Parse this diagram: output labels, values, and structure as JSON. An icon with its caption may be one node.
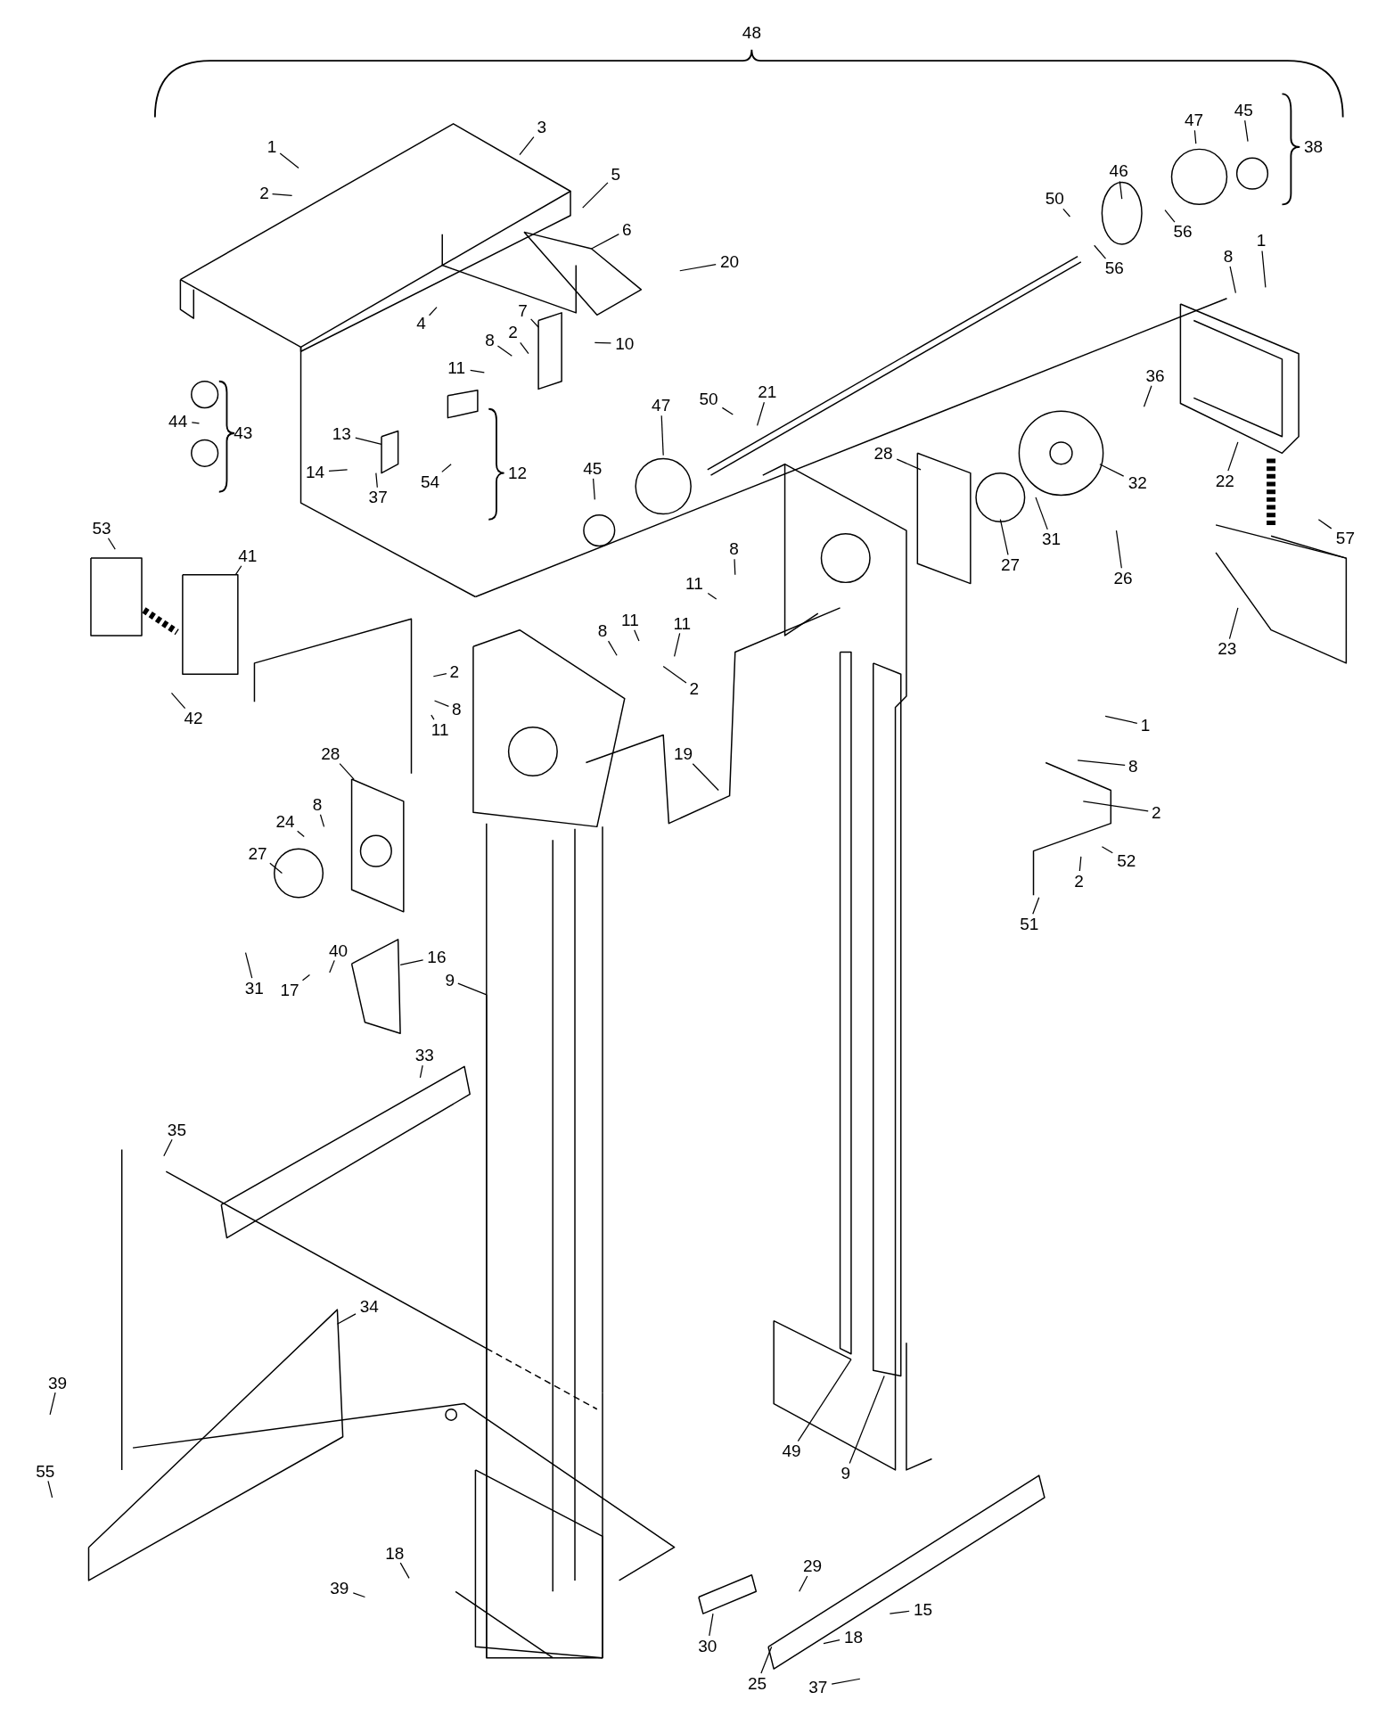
{
  "diagram": {
    "nodes": [
      {
        "text": [
          "1"
        ]
      },
      {
        "text": [
          "2"
        ]
      },
      {
        "text": [
          "3"
        ]
      },
      {
        "text": [
          "5"
        ]
      },
      {
        "text": [
          "6"
        ]
      },
      {
        "text": [
          "20"
        ]
      },
      {
        "text": [
          "4"
        ]
      },
      {
        "text": [
          "7"
        ]
      },
      {
        "text": [
          "8"
        ]
      },
      {
        "text": [
          "2"
        ]
      },
      {
        "text": [
          "10"
        ]
      },
      {
        "text": [
          "11"
        ]
      },
      {
        "text": [
          "13"
        ]
      },
      {
        "text": [
          "14"
        ]
      },
      {
        "text": [
          "37"
        ]
      },
      {
        "text": [
          "54"
        ]
      },
      {
        "text": [
          "44"
        ]
      },
      {
        "text": [
          "53"
        ]
      },
      {
        "text": [
          "41"
        ]
      },
      {
        "text": [
          "42"
        ]
      },
      {
        "text": [
          "47"
        ]
      },
      {
        "text": [
          "50"
        ]
      },
      {
        "text": [
          "21"
        ]
      },
      {
        "text": [
          "45"
        ]
      },
      {
        "text": [
          "50"
        ]
      },
      {
        "text": [
          "46"
        ]
      },
      {
        "text": [
          "47"
        ]
      },
      {
        "text": [
          "45"
        ]
      },
      {
        "text": [
          "56"
        ]
      },
      {
        "text": [
          "56"
        ]
      },
      {
        "text": [
          "8"
        ]
      },
      {
        "text": [
          "1"
        ]
      },
      {
        "text": [
          "36"
        ]
      },
      {
        "text": [
          "28"
        ]
      },
      {
        "text": [
          "32"
        ]
      },
      {
        "text": [
          "31"
        ]
      },
      {
        "text": [
          "27"
        ]
      },
      {
        "text": [
          "26"
        ]
      },
      {
        "text": [
          "22"
        ]
      },
      {
        "text": [
          "57"
        ]
      },
      {
        "text": [
          "23"
        ]
      },
      {
        "text": [
          "8"
        ]
      },
      {
        "text": [
          "11"
        ]
      },
      {
        "text": [
          "8"
        ]
      },
      {
        "text": [
          "11"
        ]
      },
      {
        "text": [
          "11"
        ]
      },
      {
        "text": [
          "2"
        ]
      },
      {
        "text": [
          "2"
        ]
      },
      {
        "text": [
          "8"
        ]
      },
      {
        "text": [
          "11"
        ]
      },
      {
        "text": [
          "19"
        ]
      },
      {
        "text": [
          "28"
        ]
      },
      {
        "text": [
          "8"
        ]
      },
      {
        "text": [
          "24"
        ]
      },
      {
        "text": [
          "27"
        ]
      },
      {
        "text": [
          "31"
        ]
      },
      {
        "text": [
          "17"
        ]
      },
      {
        "text": [
          "40"
        ]
      },
      {
        "text": [
          "16"
        ]
      },
      {
        "text": [
          "9"
        ]
      },
      {
        "text": [
          "1"
        ]
      },
      {
        "text": [
          "8"
        ]
      },
      {
        "text": [
          "2"
        ]
      },
      {
        "text": [
          "52"
        ]
      },
      {
        "text": [
          "2"
        ]
      },
      {
        "text": [
          "51"
        ]
      },
      {
        "text": [
          "33"
        ]
      },
      {
        "text": [
          "35"
        ]
      },
      {
        "text": [
          "34"
        ]
      },
      {
        "text": [
          "39"
        ]
      },
      {
        "text": [
          "55"
        ]
      },
      {
        "text": [
          "49"
        ]
      },
      {
        "text": [
          "9"
        ]
      },
      {
        "text": [
          "29"
        ]
      },
      {
        "text": [
          "18"
        ]
      },
      {
        "text": [
          "39"
        ]
      },
      {
        "text": [
          "15"
        ]
      },
      {
        "text": [
          "18"
        ]
      },
      {
        "text": [
          "30"
        ]
      },
      {
        "text": [
          "25"
        ]
      },
      {
        "text": [
          "37"
        ]
      }
    ],
    "edges": [
      {
        "from": 0,
        "to": null,
        "arrow": "none"
      },
      {
        "from": 1,
        "to": null,
        "arrow": "none"
      },
      {
        "from": 2,
        "to": null,
        "arrow": "none"
      },
      {
        "from": 3,
        "to": null,
        "arrow": "none"
      },
      {
        "from": 4,
        "to": null,
        "arrow": "none"
      },
      {
        "from": 5,
        "to": null,
        "arrow": "none"
      },
      {
        "from": 6,
        "to": null,
        "arrow": "none"
      },
      {
        "from": 7,
        "to": null,
        "arrow": "none"
      },
      {
        "from": 8,
        "to": null,
        "arrow": "none"
      },
      {
        "from": 9,
        "to": null,
        "arrow": "none"
      },
      {
        "from": 10,
        "to": null,
        "arrow": "none"
      },
      {
        "from": 11,
        "to": null,
        "arrow": "none"
      },
      {
        "from": 12,
        "to": null,
        "arrow": "none"
      },
      {
        "from": 13,
        "to": null,
        "arrow": "none"
      },
      {
        "from": 14,
        "to": null,
        "arrow": "none"
      },
      {
        "from": 15,
        "to": null,
        "arrow": "none"
      },
      {
        "from": 16,
        "to": null,
        "arrow": "none"
      },
      {
        "from": 17,
        "to": null,
        "arrow": "none"
      },
      {
        "from": 18,
        "to": null,
        "arrow": "none"
      },
      {
        "from": 19,
        "to": null,
        "arrow": "none"
      },
      {
        "from": 20,
        "to": null,
        "arrow": "none"
      },
      {
        "from": 21,
        "to": null,
        "arrow": "none"
      },
      {
        "from": 22,
        "to": null,
        "arrow": "none"
      },
      {
        "from": 23,
        "to": null,
        "arrow": "none"
      },
      {
        "from": 24,
        "to": null,
        "arrow": "none"
      },
      {
        "from": 25,
        "to": null,
        "arrow": "none"
      },
      {
        "from": 26,
        "to": null,
        "arrow": "none"
      },
      {
        "from": 27,
        "to": null,
        "arrow": "none"
      },
      {
        "from": 28,
        "to": null,
        "arrow": "none"
      },
      {
        "from": 29,
        "to": null,
        "arrow": "none"
      },
      {
        "from": 30,
        "to": null,
        "arrow": "none"
      },
      {
        "from": 31,
        "to": null,
        "arrow": "none"
      },
      {
        "from": 32,
        "to": null,
        "arrow": "none"
      },
      {
        "from": 33,
        "to": null,
        "arrow": "none"
      },
      {
        "from": 34,
        "to": null,
        "arrow": "none"
      },
      {
        "from": 35,
        "to": null,
        "arrow": "none"
      },
      {
        "from": 36,
        "to": null,
        "arrow": "none"
      },
      {
        "from": 37,
        "to": null,
        "arrow": "none"
      },
      {
        "from": 38,
        "to": null,
        "arrow": "none"
      },
      {
        "from": 39,
        "to": null,
        "arrow": "none"
      },
      {
        "from": 40,
        "to": null,
        "arrow": "none"
      },
      {
        "from": 41,
        "to": null,
        "arrow": "none"
      },
      {
        "from": 42,
        "to": null,
        "arrow": "none"
      },
      {
        "from": 43,
        "to": null,
        "arrow": "none"
      },
      {
        "from": 44,
        "to": null,
        "arrow": "none"
      },
      {
        "from": 45,
        "to": null,
        "arrow": "none"
      },
      {
        "from": 46,
        "to": null,
        "arrow": "none"
      },
      {
        "from": 47,
        "to": null,
        "arrow": "none"
      },
      {
        "from": 48,
        "to": null,
        "arrow": "none"
      },
      {
        "from": 49,
        "to": null,
        "arrow": "none"
      },
      {
        "from": 50,
        "to": null,
        "arrow": "none"
      },
      {
        "from": 51,
        "to": null,
        "arrow": "none"
      },
      {
        "from": 52,
        "to": null,
        "arrow": "none"
      },
      {
        "from": 53,
        "to": null,
        "arrow": "none"
      },
      {
        "from": 54,
        "to": null,
        "arrow": "none"
      },
      {
        "from": 55,
        "to": null,
        "arrow": "none"
      },
      {
        "from": 56,
        "to": null,
        "arrow": "none"
      },
      {
        "from": 57,
        "to": null,
        "arrow": "none"
      },
      {
        "from": 58,
        "to": null,
        "arrow": "none"
      },
      {
        "from": 59,
        "to": null,
        "arrow": "none"
      },
      {
        "from": 60,
        "to": null,
        "arrow": "none"
      },
      {
        "from": 61,
        "to": null,
        "arrow": "none"
      },
      {
        "from": 62,
        "to": null,
        "arrow": "none"
      },
      {
        "from": 63,
        "to": null,
        "arrow": "none"
      },
      {
        "from": 64,
        "to": null,
        "arrow": "none"
      },
      {
        "from": 65,
        "to": null,
        "arrow": "none"
      },
      {
        "from": 66,
        "to": null,
        "arrow": "none"
      },
      {
        "from": 67,
        "to": null,
        "arrow": "none"
      },
      {
        "from": 68,
        "to": null,
        "arrow": "none"
      },
      {
        "from": 69,
        "to": null,
        "arrow": "none"
      },
      {
        "from": 70,
        "to": null,
        "arrow": "none"
      },
      {
        "from": 71,
        "to": null,
        "arrow": "none"
      },
      {
        "from": 72,
        "to": null,
        "arrow": "none"
      },
      {
        "from": 73,
        "to": null,
        "arrow": "none"
      },
      {
        "from": 74,
        "to": null,
        "arrow": "none"
      },
      {
        "from": 75,
        "to": null,
        "arrow": "none"
      },
      {
        "from": 76,
        "to": null,
        "arrow": "none"
      },
      {
        "from": 77,
        "to": null,
        "arrow": "none"
      },
      {
        "from": 78,
        "to": null,
        "arrow": "none"
      },
      {
        "from": 79,
        "to": null,
        "arrow": "none"
      },
      {
        "from": 80,
        "to": null,
        "arrow": "none"
      }
    ],
    "labels": [
      "48",
      "38",
      "43",
      "12"
    ]
  }
}
